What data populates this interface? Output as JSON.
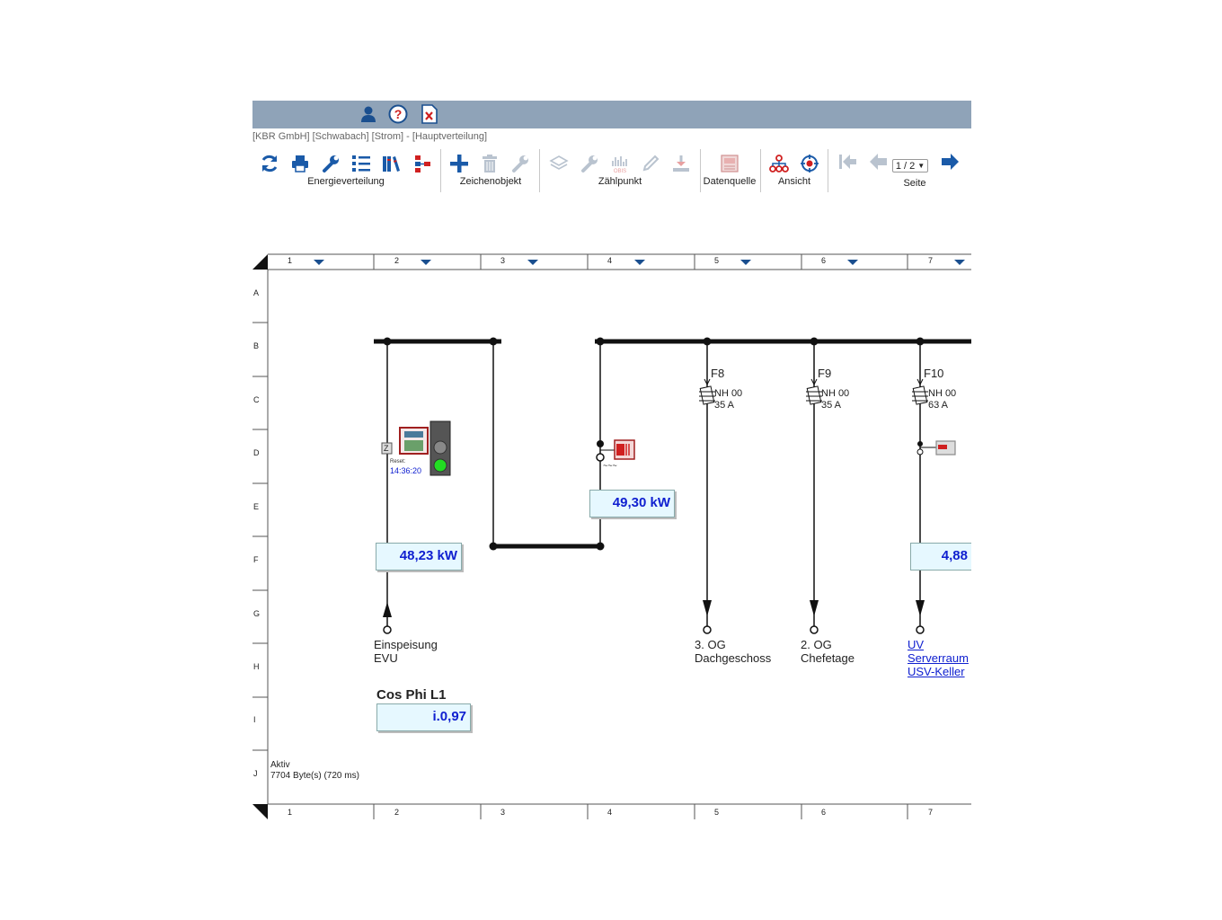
{
  "breadcrumb": "[KBR GmbH] [Schwabach] [Strom] - [Hauptverteilung]",
  "titlebar_icons": [
    "user-icon",
    "help-icon",
    "close-document-icon"
  ],
  "toolbar": {
    "groups": [
      {
        "label": "Energieverteilung",
        "icons": [
          "refresh-icon",
          "print-icon",
          "wrench-icon",
          "list-icon",
          "library-icon",
          "hierarchy-icon"
        ]
      },
      {
        "label": "Zeichenobjekt",
        "icons": [
          "add-icon",
          "trash-icon",
          "wrench-icon"
        ]
      },
      {
        "label": "Zählpunkt",
        "icons": [
          "layers-icon",
          "wrench-icon",
          "obis-icon",
          "pencil-icon",
          "download-icon"
        ]
      },
      {
        "label": "Datenquelle",
        "icons": [
          "device-icon"
        ]
      },
      {
        "label": "Ansicht",
        "icons": [
          "network-icon",
          "target-icon"
        ]
      },
      {
        "label": "Seite",
        "icons": [
          "first-page-icon",
          "previous-page-icon",
          "next-page-icon"
        ]
      }
    ],
    "page_select": "1 / 2"
  },
  "grid": {
    "columns": [
      "1",
      "2",
      "3",
      "4",
      "5",
      "6",
      "7"
    ],
    "rows": [
      "A",
      "B",
      "C",
      "D",
      "E",
      "F",
      "G",
      "H",
      "I",
      "J"
    ]
  },
  "diagram": {
    "meter1_reset_label": "Reset:",
    "meter1_time": "14:36:20",
    "meter1_tag": "Z",
    "display1": "48,23 kW",
    "display2": "49,30 kW",
    "display3": "4,88",
    "cosphi_title": "Cos Phi L1",
    "cosphi_value": "i.0,97",
    "feed_label_1": "Einspeisung",
    "feed_label_2": "EVU",
    "meter2_wave": "~~~",
    "fuses": [
      {
        "id": "F8",
        "type": "NH 00",
        "rating": "35 A"
      },
      {
        "id": "F9",
        "type": "NH 00",
        "rating": "35 A"
      },
      {
        "id": "F10",
        "type": "NH 00",
        "rating": "63 A"
      }
    ],
    "outputs": [
      {
        "line1": "3. OG",
        "line2": "Dachgeschoss"
      },
      {
        "line1": "2. OG",
        "line2": "Chefetage"
      }
    ],
    "link_outputs": [
      "UV",
      "Serverraum",
      "USV-Keller"
    ]
  },
  "status": {
    "line1": "Aktiv",
    "line2": "7704 Byte(s) (720 ms)"
  },
  "colors": {
    "titlebar": "#8fa3b8",
    "accent_blue": "#1a5aa8",
    "display_bg": "#e6f8ff",
    "value_text": "#1020d0",
    "alarm_red": "#d02020",
    "signal_green": "#22dd22"
  }
}
